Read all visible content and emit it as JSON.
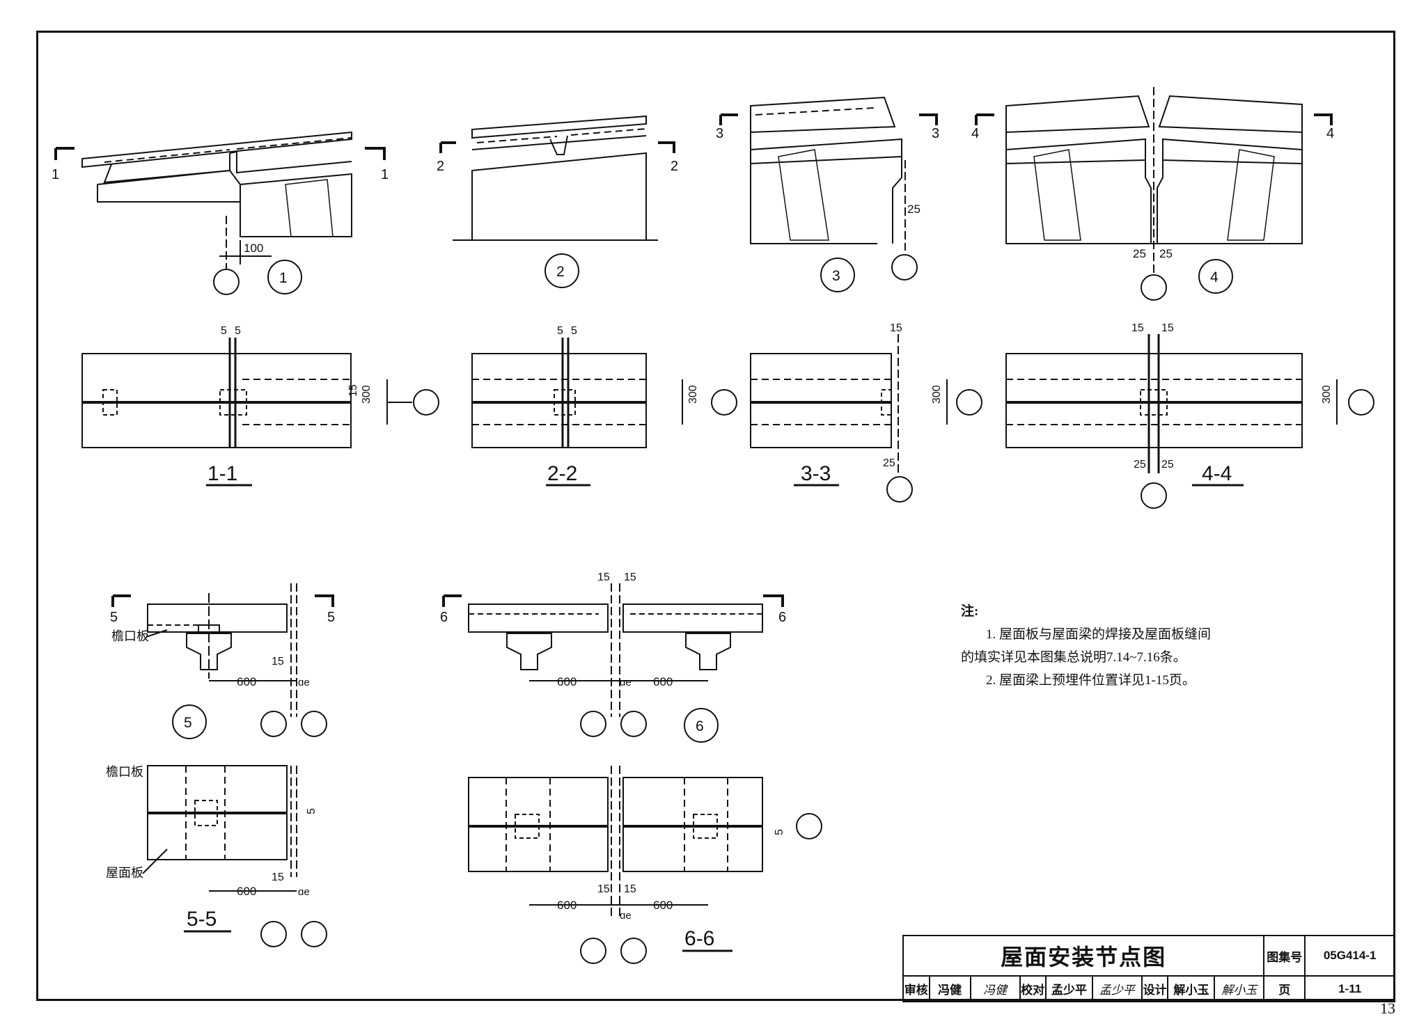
{
  "drawing": {
    "title": "屋面安装节点图",
    "atlas_label": "图集号",
    "atlas_no": "05G414-1",
    "page_label": "页",
    "page_ref": "1-11",
    "sheet_number": "13"
  },
  "signoff": {
    "review_label": "审核",
    "reviewer": "冯健",
    "reviewer_sig": "冯健",
    "check_label": "校对",
    "checker": "孟少平",
    "checker_sig": "孟少平",
    "design_label": "设计",
    "designer": "解小玉",
    "designer_sig": "解小玉"
  },
  "notes": {
    "title": "注:",
    "line1": "1. 屋面板与屋面梁的焊接及屋面板缝间",
    "line1b": "的填实详见本图集总说明7.14~7.16条。",
    "line2": "2. 屋面梁上预埋件位置详见1-15页。"
  },
  "details": {
    "d1": "1",
    "d2": "2",
    "d3": "3",
    "d4": "4",
    "d5": "5",
    "d6": "6"
  },
  "sections": {
    "s1": "1-1",
    "s2": "2-2",
    "s3": "3-3",
    "s4": "4-4",
    "s5": "5-5",
    "s6": "6-6"
  },
  "cut_marks": {
    "c1": "1",
    "c2": "2",
    "c3": "3",
    "c4": "4",
    "c5": "5",
    "c6": "6"
  },
  "labels": {
    "eave_board": "檐口板",
    "roof_board": "屋面板"
  },
  "dims": {
    "d100": "100",
    "d25": "25",
    "d15": "15",
    "d5": "5",
    "d300": "300",
    "d600": "600",
    "ae": "ɑe"
  }
}
